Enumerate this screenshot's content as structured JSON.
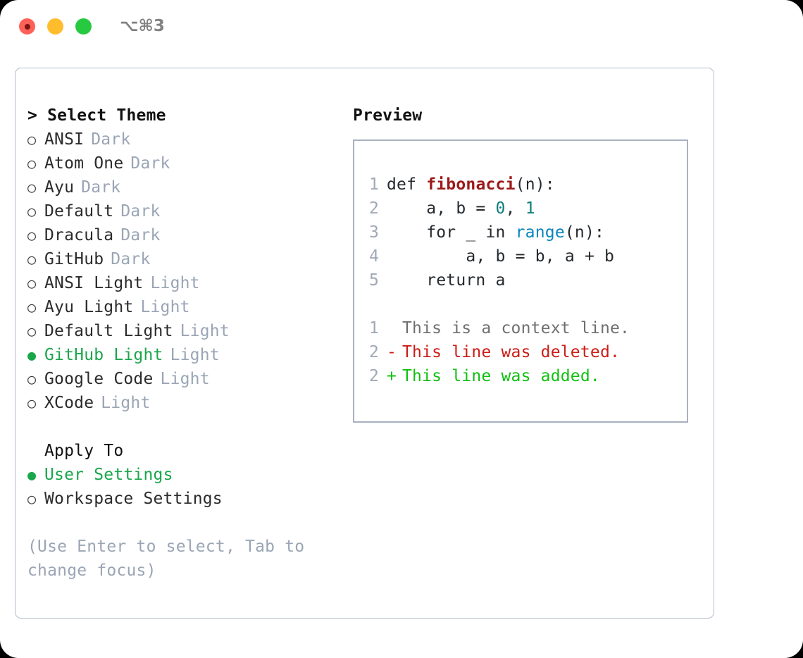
{
  "titlebar": {
    "shortcut": "⌥⌘3",
    "dots": [
      {
        "name": "close",
        "color": "#ff6159"
      },
      {
        "name": "minimize",
        "color": "#ffbd2e"
      },
      {
        "name": "maximize",
        "color": "#26c940"
      }
    ]
  },
  "left": {
    "heading": "> Select Theme",
    "themes": [
      {
        "marker": "○",
        "name": "ANSI",
        "tag": "Dark",
        "selected": false
      },
      {
        "marker": "○",
        "name": "Atom One",
        "tag": "Dark",
        "selected": false
      },
      {
        "marker": "○",
        "name": "Ayu",
        "tag": "Dark",
        "selected": false
      },
      {
        "marker": "○",
        "name": "Default",
        "tag": "Dark",
        "selected": false
      },
      {
        "marker": "○",
        "name": "Dracula",
        "tag": "Dark",
        "selected": false
      },
      {
        "marker": "○",
        "name": "GitHub",
        "tag": "Dark",
        "selected": false
      },
      {
        "marker": "○",
        "name": "ANSI Light",
        "tag": "Light",
        "selected": false
      },
      {
        "marker": "○",
        "name": "Ayu Light",
        "tag": "Light",
        "selected": false
      },
      {
        "marker": "○",
        "name": "Default Light",
        "tag": "Light",
        "selected": false
      },
      {
        "marker": "●",
        "name": "GitHub Light",
        "tag": "Light",
        "selected": true
      },
      {
        "marker": "○",
        "name": "Google Code",
        "tag": "Light",
        "selected": false
      },
      {
        "marker": "○",
        "name": "XCode",
        "tag": "Light",
        "selected": false
      }
    ],
    "apply_to": {
      "heading": "Apply To",
      "options": [
        {
          "marker": "●",
          "name": "User Settings",
          "selected": true
        },
        {
          "marker": "○",
          "name": "Workspace Settings",
          "selected": false
        }
      ]
    },
    "hint": "(Use Enter to select, Tab to change focus)"
  },
  "right": {
    "title": "Preview",
    "code": [
      {
        "lineno": "1",
        "tokens": [
          {
            "text": "def ",
            "type": "kw"
          },
          {
            "text": "fibonacci",
            "type": "fn"
          },
          {
            "text": "(n):",
            "type": "plain"
          }
        ]
      },
      {
        "lineno": "2",
        "tokens": [
          {
            "text": "    a, b = ",
            "type": "plain"
          },
          {
            "text": "0",
            "type": "num"
          },
          {
            "text": ", ",
            "type": "plain"
          },
          {
            "text": "1",
            "type": "num"
          }
        ]
      },
      {
        "lineno": "3",
        "tokens": [
          {
            "text": "    for _ in ",
            "type": "plain"
          },
          {
            "text": "range",
            "type": "call"
          },
          {
            "text": "(n):",
            "type": "plain"
          }
        ]
      },
      {
        "lineno": "4",
        "tokens": [
          {
            "text": "        a, b = b, a + b",
            "type": "plain"
          }
        ]
      },
      {
        "lineno": "5",
        "tokens": [
          {
            "text": "    return a",
            "type": "plain"
          }
        ]
      }
    ],
    "diff": [
      {
        "lineno": "1",
        "sign": " ",
        "text": "This is a context line.",
        "kind": "ctx"
      },
      {
        "lineno": "2",
        "sign": "-",
        "text": "This line was deleted.",
        "kind": "del"
      },
      {
        "lineno": "2",
        "sign": "+",
        "text": "This line was added.",
        "kind": "add"
      }
    ]
  },
  "colors": {
    "accent_green": "#1aa64b",
    "muted": "#9aa5b5",
    "border": "#b4bdcb",
    "preview_border": "#a8b1c0",
    "syntax_function": "#9c1a1a",
    "syntax_number": "#0f7d7d",
    "syntax_call": "#0a85bd",
    "diff_deleted": "#cc1c16",
    "diff_added": "#10c010",
    "diff_context": "#6f6f6f"
  }
}
